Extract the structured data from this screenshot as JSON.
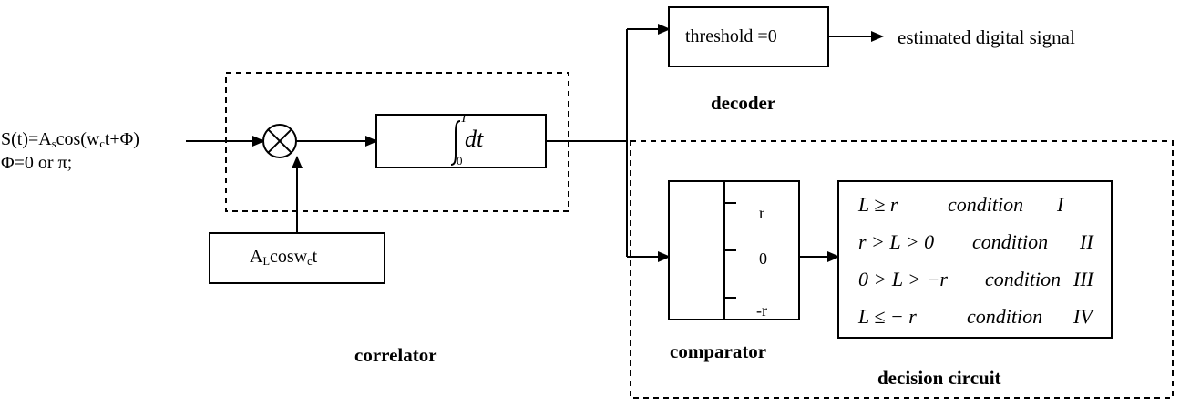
{
  "input": {
    "signal_prefix": "S(t)=A",
    "signal_sub": "s",
    "signal_mid": "cos(w",
    "signal_sub2": "c",
    "signal_suffix": "t+Φ)",
    "phase_note": "Φ=0 or π;"
  },
  "oscillator": {
    "prefix": "A",
    "sub": "L",
    "mid": "cosw",
    "sub2": "c",
    "suffix": "t"
  },
  "integrator": {
    "upper_limit": "T",
    "lower_limit": "0",
    "body": "dt"
  },
  "labels": {
    "correlator": "correlator",
    "decoder": "decoder",
    "comparator": "comparator",
    "decision_circuit": "decision circuit"
  },
  "threshold": {
    "text": "threshold =0"
  },
  "output": {
    "text": "estimated digital signal"
  },
  "comparator_ticks": [
    "r",
    "0",
    "-r"
  ],
  "conditions": [
    {
      "expr": "L ≥ r",
      "word": "condition",
      "num": "I"
    },
    {
      "expr": "r > L > 0",
      "word": "condition",
      "num": "II"
    },
    {
      "expr": "0 > L > −r",
      "word": "condition",
      "num": "III"
    },
    {
      "expr": "L ≤ − r",
      "word": "condition",
      "num": "IV"
    }
  ]
}
